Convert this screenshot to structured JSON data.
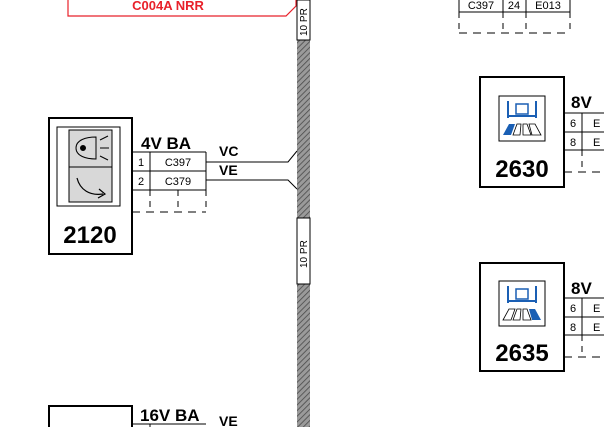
{
  "connector_top_red": "C004A NRR",
  "harness": {
    "label_top": "10 PR",
    "label_mid": "10 PR"
  },
  "component_2120": {
    "id": "2120",
    "connector": "4V BA",
    "pins": [
      {
        "no": "1",
        "wire": "C397",
        "signal": "VC"
      },
      {
        "no": "2",
        "wire": "C379",
        "signal": "VE"
      }
    ]
  },
  "component_bottom": {
    "connector": "16V BA",
    "signal": "VE"
  },
  "top_right_table": {
    "wire": "C397",
    "pin": "24",
    "conn": "E013"
  },
  "component_2630": {
    "id": "2630",
    "connector": "8V",
    "rows": [
      {
        "pin": "6",
        "code": "E"
      },
      {
        "pin": "8",
        "code": "E"
      }
    ]
  },
  "component_2635": {
    "id": "2635",
    "connector": "8V",
    "rows": [
      {
        "pin": "6",
        "code": "E"
      },
      {
        "pin": "8",
        "code": "E"
      }
    ]
  },
  "colors": {
    "red": "#e8212a",
    "blue": "#1a5fb4",
    "harness": "#7a7a7a"
  }
}
